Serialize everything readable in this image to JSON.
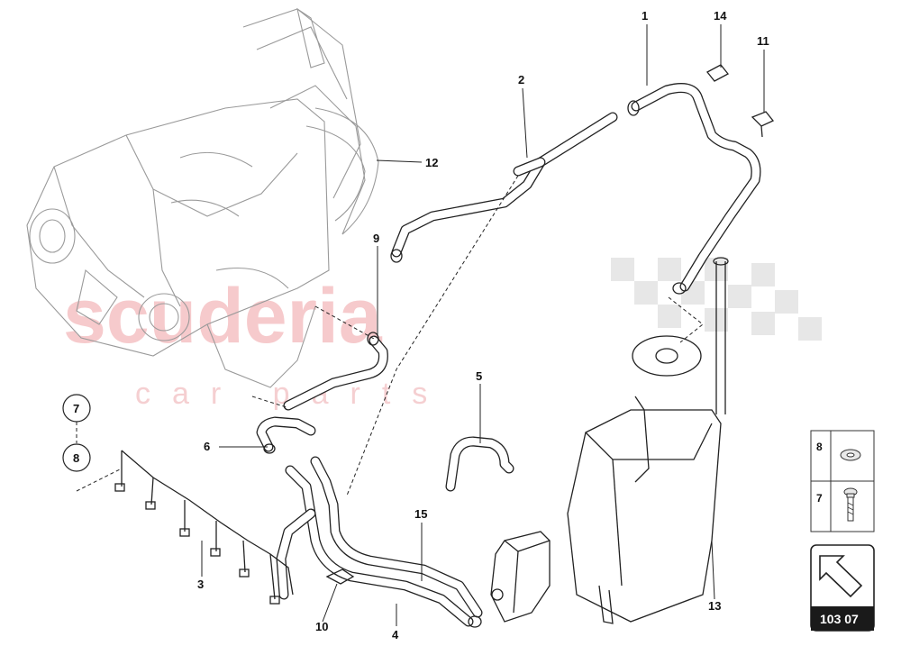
{
  "watermark": {
    "brand": "scuderia",
    "subtitle": "car parts"
  },
  "callouts": [
    {
      "id": "c1",
      "label": "1"
    },
    {
      "id": "c2",
      "label": "2"
    },
    {
      "id": "c3",
      "label": "3"
    },
    {
      "id": "c4",
      "label": "4"
    },
    {
      "id": "c5",
      "label": "5"
    },
    {
      "id": "c6",
      "label": "6"
    },
    {
      "id": "c9",
      "label": "9"
    },
    {
      "id": "c10",
      "label": "10"
    },
    {
      "id": "c11",
      "label": "11"
    },
    {
      "id": "c12",
      "label": "12"
    },
    {
      "id": "c13",
      "label": "13"
    },
    {
      "id": "c14",
      "label": "14"
    },
    {
      "id": "c15",
      "label": "15"
    }
  ],
  "circle_callouts": [
    {
      "label": "7"
    },
    {
      "label": "8"
    }
  ],
  "legend": [
    {
      "label": "8",
      "part": "washer-icon"
    },
    {
      "label": "7",
      "part": "bolt-icon"
    }
  ],
  "nav": {
    "page_ref": "103 07",
    "icon": "arrow-up-left-icon"
  }
}
